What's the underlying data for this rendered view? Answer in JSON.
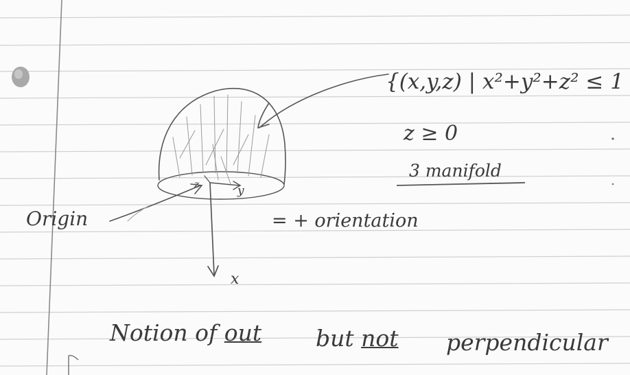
{
  "notes": {
    "set_definition": "{(x,y,z) | x²+y²+z² ≤ 1",
    "constraint": "z ≥ 0",
    "manifold_label": "3 manifold",
    "origin_label": "Origin",
    "orientation_label": "= + orientation",
    "x_axis_label": "x",
    "y_axis_label": "y",
    "z_axis_label": "z",
    "bottom": {
      "notion_of": "Notion of",
      "out": "out",
      "but": "but",
      "not": "not",
      "perpendicular": "perpendicular"
    }
  },
  "colors": {
    "ink": "#3a3a3a",
    "rule_line": "#cfcfcf",
    "margin_line": "#8a8a8a",
    "hole_punch": "#a9a9a9"
  }
}
